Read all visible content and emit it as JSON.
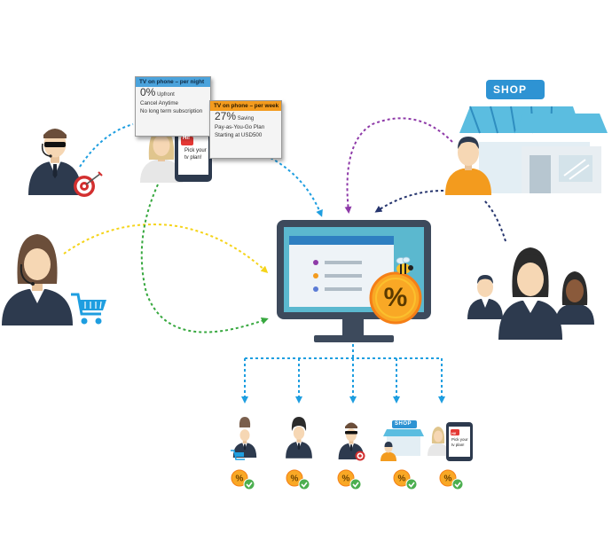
{
  "colors": {
    "navy": "#2d3a4e",
    "skin": "#f6d7b4",
    "hair_brown": "#6b4e3a",
    "hair_blond": "#e0c58d",
    "blue_arrow": "#1e9ee0",
    "purple_arrow": "#8e3aa8",
    "navy_arrow": "#26356e",
    "yellow_arrow": "#f5d41a",
    "green_arrow": "#37a83f",
    "monitor_frame": "#3d4a5c",
    "monitor_screen": "#5bb8cf",
    "shop_awning": "#5bbde0",
    "coin": "#f9a825",
    "check": "#4caf50"
  },
  "icons": {
    "agent_headset": "agent-with-headset-icon",
    "target": "target-icon",
    "cart": "shopping-cart-icon",
    "shop": "shop-storefront-icon",
    "group": "customer-group-icon",
    "monitor": "monitor-icon",
    "discount": "percent-coin-icon",
    "bee": "bee-icon",
    "check": "check-badge-icon",
    "phone": "smartphone-icon"
  },
  "card_night": {
    "header": "TV on phone – per night",
    "price": "0%",
    "price_label": "Upfront",
    "line1": "Cancel Anytime",
    "line2": "No long term subscription"
  },
  "card_week": {
    "header": "TV on phone – per week",
    "price": "27%",
    "price_label": "Saving",
    "line1": "Pay-as-You-Go Plan",
    "line2": "Starting at USD500"
  },
  "phone": {
    "hi": "Hi!",
    "msg1": "Pick your",
    "msg2": "tv plan!"
  },
  "shop": {
    "sign": "SHOP"
  },
  "discount": {
    "symbol": "%"
  }
}
